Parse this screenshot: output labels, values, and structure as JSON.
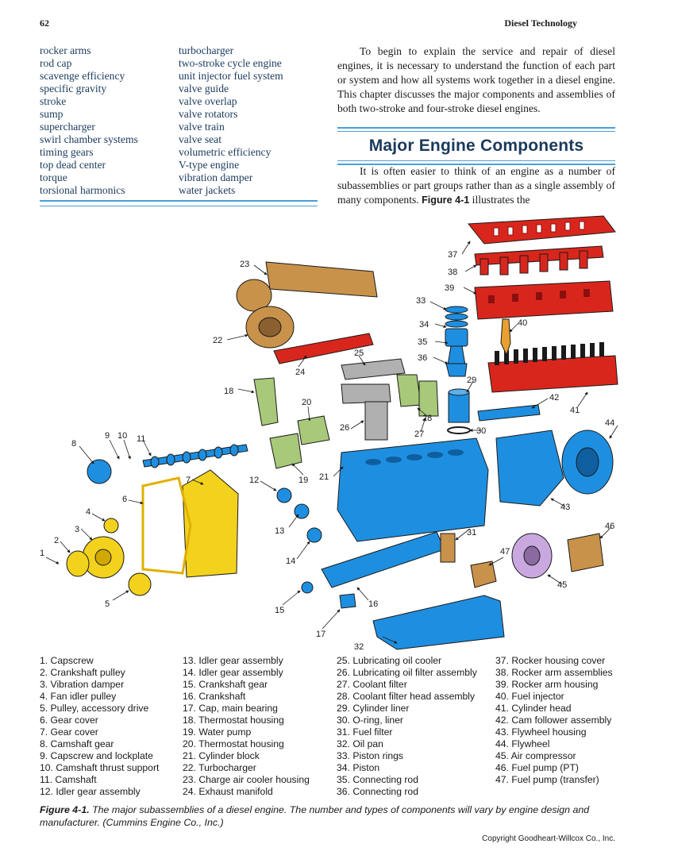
{
  "header": {
    "page_number": "62",
    "running_head": "Diesel Technology"
  },
  "terms": {
    "col1": [
      "rocker arms",
      "rod cap",
      "scavenge efficiency",
      "specific gravity",
      "stroke",
      "sump",
      "supercharger",
      "swirl chamber systems",
      "timing gears",
      "top dead center",
      "torque",
      "torsional harmonics"
    ],
    "col2": [
      "turbocharger",
      "two-stroke cycle engine",
      "unit injector fuel system",
      "valve guide",
      "valve overlap",
      "valve rotators",
      "valve train",
      "valve seat",
      "volumetric efficiency",
      "V-type engine",
      "vibration damper",
      "water jackets"
    ]
  },
  "intro_paragraph": "To begin to explain the service and repair of diesel engines, it is necessary to understand the function of each part or system and how all systems work together in a diesel engine. This chapter discusses the major components and assemblies of both two-stroke and four-stroke diesel engines.",
  "section_heading": "Major Engine Components",
  "section_paragraph": {
    "text_before": "It is often easier to think of an engine as a number of subassemblies or part groups rather than as a single assembly of many components. ",
    "figure_ref": "Figure 4-1",
    "text_after": " illustrates the"
  },
  "colors": {
    "block_blue": "#1e8fe0",
    "gear_yellow": "#f2d21c",
    "head_red": "#d9261c",
    "housing_green": "#a8c97a",
    "turbo_tan": "#c8924a",
    "filter_gray": "#b0b0b0",
    "compressor_purple": "#c9a8e0",
    "rule_blue": "#4a9fd8"
  },
  "callouts": [
    "1",
    "2",
    "3",
    "4",
    "5",
    "6",
    "7",
    "8",
    "9",
    "10",
    "11",
    "12",
    "13",
    "14",
    "15",
    "16",
    "17",
    "18",
    "19",
    "20",
    "21",
    "22",
    "23",
    "24",
    "25",
    "26",
    "27",
    "28",
    "29",
    "30",
    "31",
    "32",
    "33",
    "34",
    "35",
    "36",
    "37",
    "38",
    "39",
    "40",
    "41",
    "42",
    "43",
    "44",
    "45",
    "46",
    "47"
  ],
  "legend": {
    "col1": [
      "1.  Capscrew",
      "2.  Crankshaft pulley",
      "3.  Vibration damper",
      "4.  Fan idler pulley",
      "5.  Pulley, accessory drive",
      "6.  Gear cover",
      "7.  Gear cover",
      "8.  Camshaft gear",
      "9.  Capscrew and lockplate",
      "10.  Camshaft thrust support",
      "11.  Camshaft",
      "12.  Idler gear assembly"
    ],
    "col2": [
      "13.  Idler gear assembly",
      "14.  Idler gear assembly",
      "15.  Crankshaft gear",
      "16.  Crankshaft",
      "17.  Cap, main bearing",
      "18.  Thermostat housing",
      "19.  Water pump",
      "20.  Thermostat housing",
      "21.  Cylinder block",
      "22.  Turbocharger",
      "23.  Charge air cooler housing",
      "24.  Exhaust manifold"
    ],
    "col3": [
      "25.  Lubricating oil cooler",
      "26.  Lubricating oil filter assembly",
      "27.  Coolant filter",
      "28.  Coolant filter head assembly",
      "29.  Cylinder liner",
      "30.  O-ring, liner",
      "31.  Fuel filter",
      "32.  Oil pan",
      "33.  Piston rings",
      "34.  Piston",
      "35.  Connecting rod",
      "36.  Connecting rod"
    ],
    "col4": [
      "37.  Rocker housing cover",
      "38.  Rocker arm assemblies",
      "39.  Rocker arm housing",
      "40.  Fuel injector",
      "41.  Cylinder head",
      "42.  Cam follower assembly",
      "43.  Flywheel housing",
      "44.  Flywheel",
      "45.  Air compressor",
      "46.  Fuel pump (PT)",
      "47.  Fuel pump (transfer)"
    ]
  },
  "caption": {
    "label": "Figure 4-1.",
    "text": " The major subassemblies of a diesel engine. The number and types of components will vary by engine design and manufacturer. (Cummins Engine Co., Inc.)"
  },
  "copyright": "Copyright Goodheart-Willcox Co., Inc."
}
